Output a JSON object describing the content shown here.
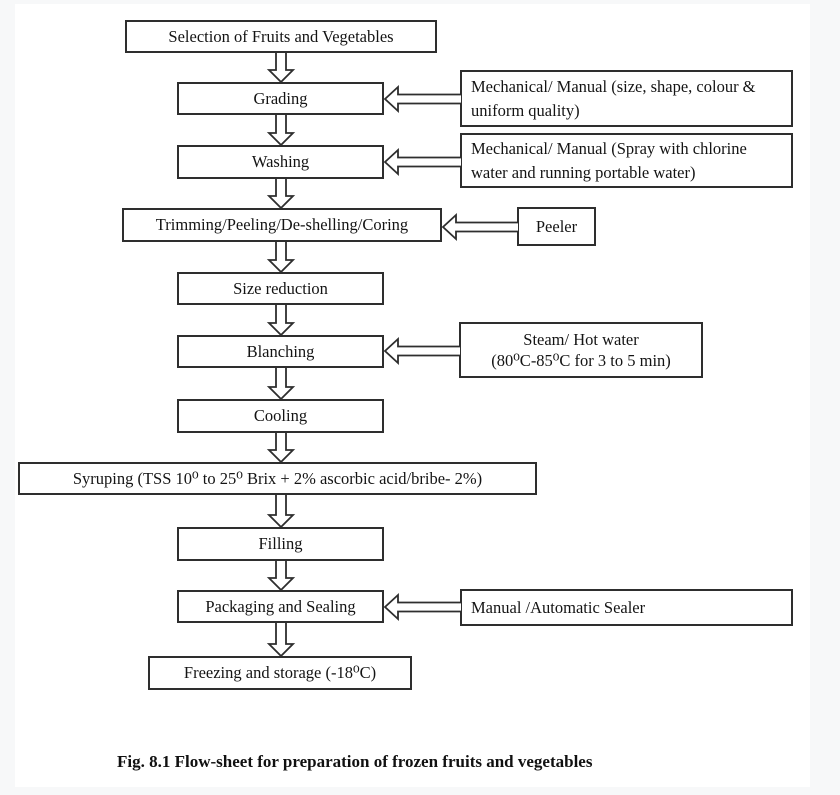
{
  "figure": {
    "caption": "Fig. 8.1 Flow-sheet for preparation of frozen fruits and vegetables"
  },
  "flowchart": {
    "steps": {
      "selection": {
        "label": "Selection of Fruits and Vegetables"
      },
      "grading": {
        "label": "Grading"
      },
      "washing": {
        "label": "Washing"
      },
      "trimming": {
        "label": "Trimming/Peeling/De-shelling/Coring"
      },
      "size_reduction": {
        "label": "Size reduction"
      },
      "blanching": {
        "label": "Blanching"
      },
      "cooling": {
        "label": "Cooling"
      },
      "syruping": {
        "label": "Syruping (TSS 10⁰ to 25⁰ Brix + 2% ascorbic acid/bribe- 2%)"
      },
      "filling": {
        "label": "Filling"
      },
      "packaging": {
        "label": "Packaging and Sealing"
      },
      "freezing": {
        "label": "Freezing and storage (-18⁰C)"
      }
    },
    "annotations": {
      "grading_note": {
        "label": "Mechanical/ Manual (size, shape, colour & uniform quality)"
      },
      "washing_note": {
        "label": "Mechanical/ Manual (Spray with chlorine water and running portable water)"
      },
      "peeler_note": {
        "label": "Peeler"
      },
      "blanching_note": {
        "line1": "Steam/ Hot water",
        "line2": "(80⁰C-85⁰C for 3 to 5 min)"
      },
      "sealer_note": {
        "label": "Manual /Automatic Sealer"
      }
    },
    "colors": {
      "box_border": "#2e2e2e",
      "text": "#141414",
      "paper": "#ffffff",
      "page_edge": "#f7f8f9"
    }
  }
}
